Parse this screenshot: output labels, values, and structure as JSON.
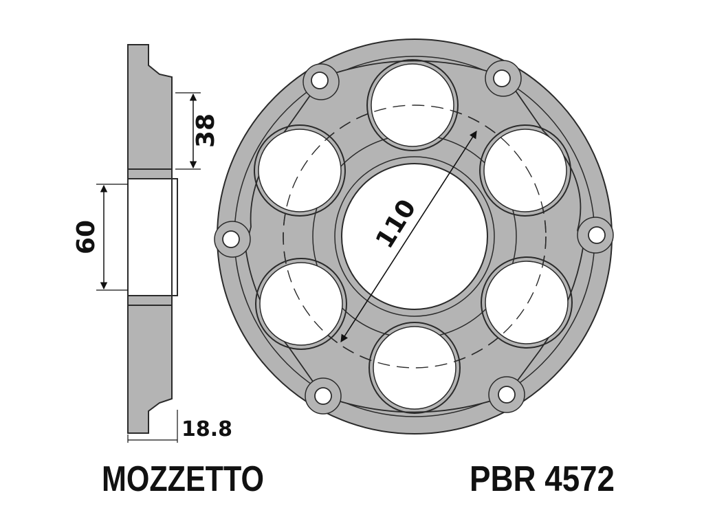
{
  "drawing": {
    "colors": {
      "part_fill": "#b4b4b4",
      "outline": "#2a2a2a",
      "background": "#ffffff",
      "text": "#111111"
    },
    "side_view": {
      "dim_width_label": "18.8",
      "dim_step_label": "38",
      "dim_bore_label": "60"
    },
    "front_view": {
      "pcd_label": "110"
    },
    "caption": {
      "part_name": "MOZZETTO",
      "part_code": "PBR 4572"
    }
  }
}
